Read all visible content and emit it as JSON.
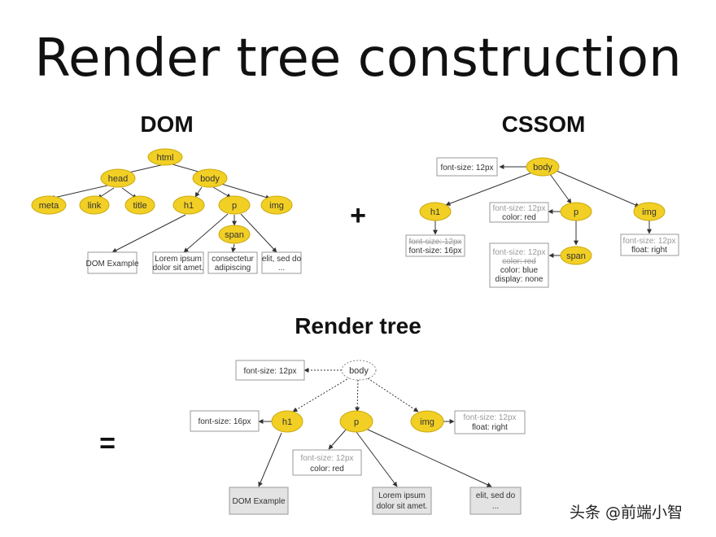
{
  "title": "Render tree construction",
  "dom": {
    "title": "DOM",
    "nodes": {
      "html": "html",
      "head": "head",
      "body": "body",
      "meta": "meta",
      "link": "link",
      "title": "title",
      "h1": "h1",
      "p": "p",
      "img": "img",
      "span": "span"
    },
    "texts": {
      "dom_example": "DOM Example",
      "lorem_1": "Lorem ipsum",
      "lorem_2": "dolor sit amet.",
      "consectetur_1": "consectetur",
      "consectetur_2": "adipiscing",
      "elit_1": "elit, sed do",
      "elit_2": "..."
    }
  },
  "plus": "+",
  "cssom": {
    "title": "CSSOM",
    "nodes": {
      "body": "body",
      "h1": "h1",
      "p": "p",
      "img": "img",
      "span": "span"
    },
    "styles": {
      "body_font": "font-size: 12px",
      "h1_old": "font-size: 12px",
      "h1_new": "font-size: 16px",
      "p_old": "font-size: 12px",
      "p_color": "color: red",
      "span_old_font": "font-size: 12px",
      "span_old_color": "color: red",
      "span_color": "color: blue",
      "span_display": "display: none",
      "img_old": "font-size: 12px",
      "img_float": "float: right"
    }
  },
  "equals": "=",
  "render": {
    "title": "Render tree",
    "nodes": {
      "body": "body",
      "h1": "h1",
      "p": "p",
      "img": "img"
    },
    "styles": {
      "body_font": "font-size: 12px",
      "h1_font": "font-size: 16px",
      "p_old": "font-size: 12px",
      "p_color": "color: red",
      "img_old": "font-size: 12px",
      "img_float": "float: right"
    },
    "texts": {
      "dom_example": "DOM Example",
      "lorem_1": "Lorem ipsum",
      "lorem_2": "dolor sit amet.",
      "elit_1": "elit, sed do",
      "elit_2": "..."
    }
  },
  "watermark": "头条 @前端小智"
}
